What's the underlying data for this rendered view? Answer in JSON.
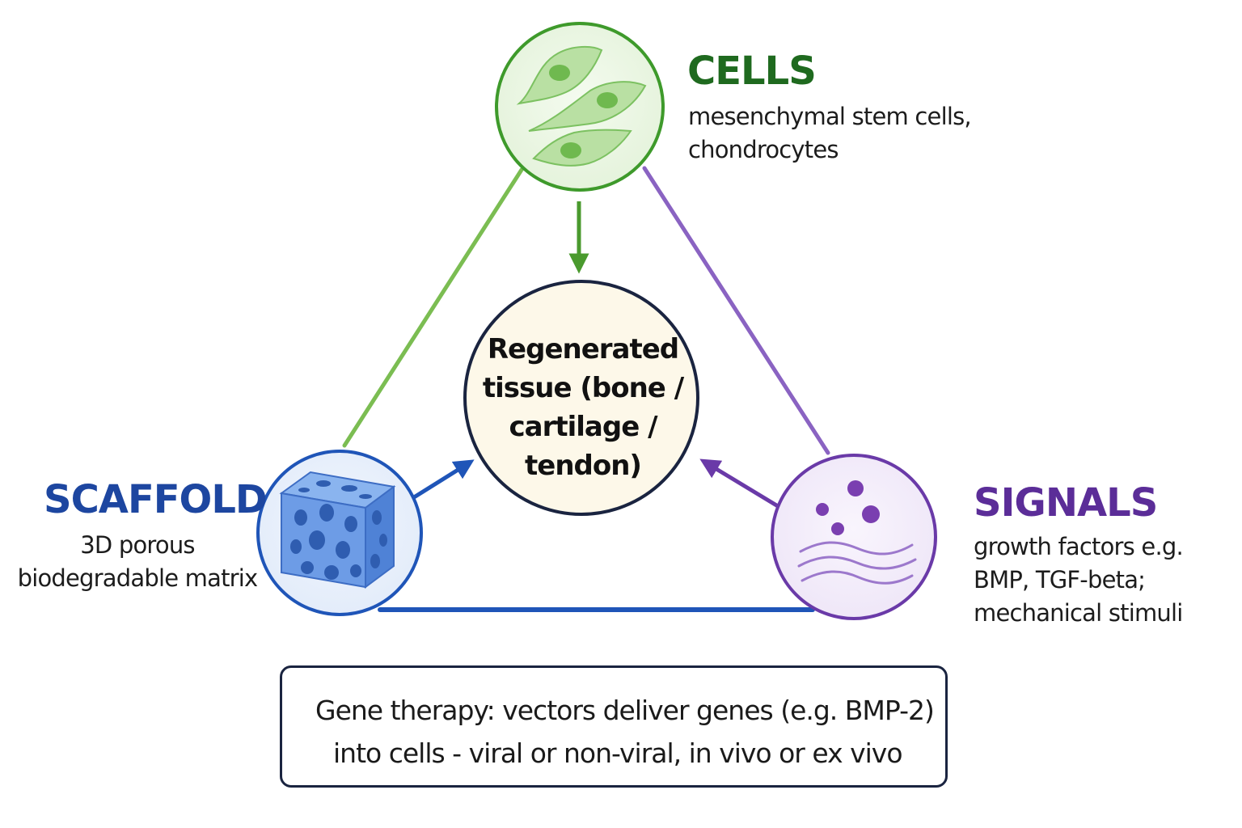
{
  "cells": {
    "title": "CELLS",
    "desc_line1": "mesenchymal stem cells,",
    "desc_line2": "chondrocytes",
    "color": "#1f6a1f",
    "icon": "cells-icon"
  },
  "scaffold": {
    "title": "SCAFFOLD",
    "desc_line1": "3D porous",
    "desc_line2": "biodegradable matrix",
    "color": "#1d46a0",
    "icon": "porous-cube-icon"
  },
  "signals": {
    "title": "SIGNALS",
    "desc_line1": "growth factors e.g.",
    "desc_line2": "BMP, TGF-beta;",
    "desc_line3": "mechanical stimuli",
    "color": "#5b2d98",
    "icon": "molecules-waves-icon"
  },
  "center": {
    "line1": "Regenerated",
    "line2": "tissue (bone /",
    "line3": "cartilage /",
    "line4": "tendon)"
  },
  "gene_therapy": {
    "line1": "Gene therapy: vectors deliver genes (e.g. BMP-2)",
    "line2": "into cells - viral or non-viral, in vivo or ex vivo"
  }
}
